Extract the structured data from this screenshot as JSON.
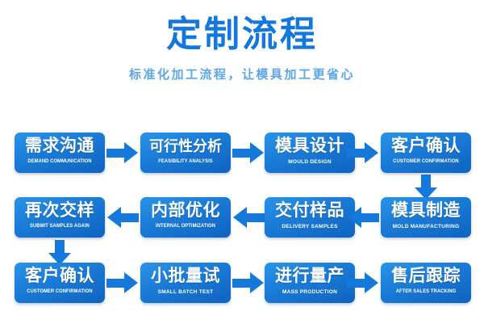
{
  "header": {
    "title": "定制流程",
    "subtitle": "标准化加工流程，让模具加工更省心",
    "title_color": "#1378dd",
    "subtitle_color": "#5aa6ea"
  },
  "theme": {
    "background": "#ffffff",
    "node_blue_light": "#2a93e8",
    "node_blue_dark": "#0f63bf",
    "arrow_blue": "#1479da",
    "node_text": "#ffffff"
  },
  "flow": {
    "rows": [
      {
        "direction": "left-to-right",
        "nodes": [
          {
            "cn": "需求沟通",
            "en": "DEMAND COMMUNICATION"
          },
          {
            "cn": "可行性分析",
            "en": "FEASIBILITY ANALYSIS"
          },
          {
            "cn": "模具设计",
            "en": "MOULD DESIGN"
          },
          {
            "cn": "客户确认",
            "en": "CUSTOMER CONFIRMATION"
          }
        ]
      },
      {
        "direction": "right-to-left",
        "nodes": [
          {
            "cn": "再次交样",
            "en": "SUBMIT SAMPLES AGAIN"
          },
          {
            "cn": "内部优化",
            "en": "INTERNAL OPTIMIZATION"
          },
          {
            "cn": "交付样品",
            "en": "DELIVERY SAMPLES"
          },
          {
            "cn": "模具制造",
            "en": "MOLD MANUFACTURING"
          }
        ]
      },
      {
        "direction": "left-to-right",
        "nodes": [
          {
            "cn": "客户确认",
            "en": "CUSTOMER CONFIRMATION"
          },
          {
            "cn": "小批量试",
            "en": "SMALL BATCH TEST"
          },
          {
            "cn": "进行量产",
            "en": "MASS PRODUCTION"
          },
          {
            "cn": "售后跟踪",
            "en": "AFTER SALES TRACKING"
          }
        ]
      }
    ],
    "connectors": {
      "row1_to_row2": "down-arrow-right-column",
      "row2_to_row3": "down-arrow-left-column"
    }
  }
}
